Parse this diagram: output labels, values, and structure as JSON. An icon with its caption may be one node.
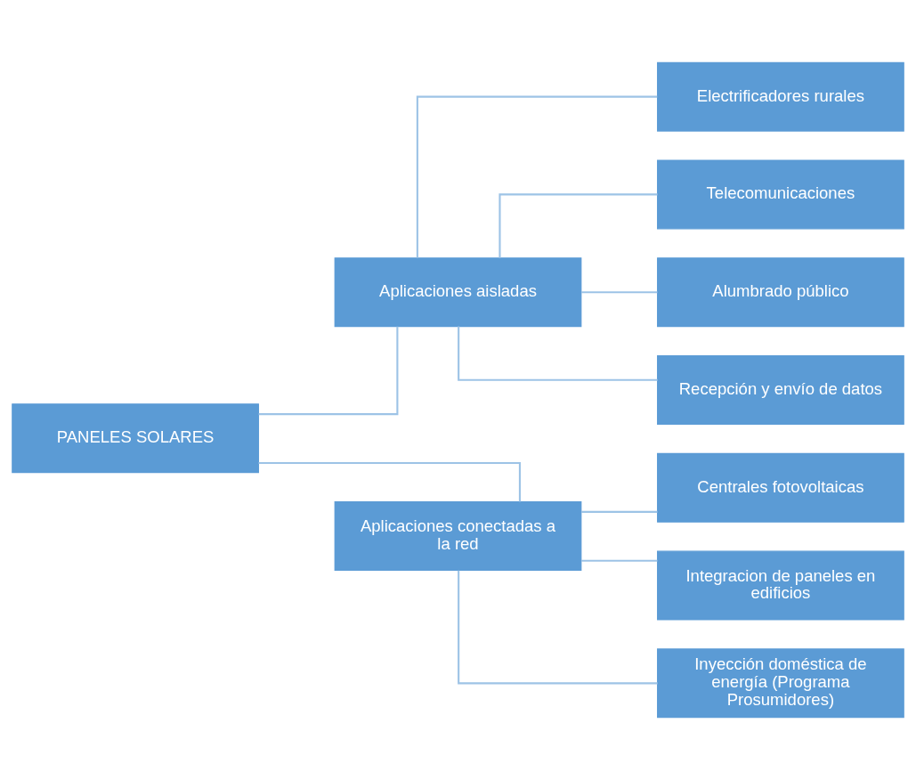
{
  "diagram": {
    "nodes": [
      {
        "text": [
          "PANELES SOLARES"
        ]
      },
      {
        "text": [
          "Aplicaciones aisladas"
        ]
      },
      {
        "text": [
          "Electrificadores rurales"
        ]
      },
      {
        "text": [
          "Telecomunicaciones"
        ]
      },
      {
        "text": [
          "Alumbrado público"
        ]
      },
      {
        "text": [
          "Recepción y envío de datos"
        ]
      },
      {
        "text": [
          "Aplicaciones conectadas a la red"
        ]
      },
      {
        "text": [
          "Centrales fotovoltaicas"
        ]
      },
      {
        "text": [
          "Integracion de paneles en edificios"
        ]
      },
      {
        "text": [
          "Inyección doméstica de energía (Programa Prosumidores)"
        ]
      }
    ],
    "edges": [
      {
        "from": 0,
        "to": 1,
        "arrow": "none"
      },
      {
        "from": 0,
        "to": 6,
        "arrow": "none"
      },
      {
        "from": 1,
        "to": 2,
        "arrow": "none"
      },
      {
        "from": 1,
        "to": 3,
        "arrow": "none"
      },
      {
        "from": 1,
        "to": 4,
        "arrow": "none"
      },
      {
        "from": 1,
        "to": 5,
        "arrow": "none"
      },
      {
        "from": 6,
        "to": 7,
        "arrow": "none"
      },
      {
        "from": 6,
        "to": 8,
        "arrow": "none"
      },
      {
        "from": 6,
        "to": 9,
        "arrow": "none"
      }
    ]
  }
}
